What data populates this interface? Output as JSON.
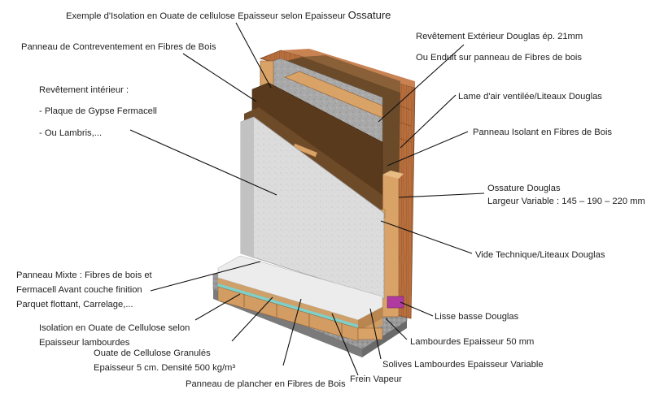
{
  "labels": {
    "exemple_isolation": "Exemple d'Isolation en Ouate de cellulose Epaisseur selon Epaisseur",
    "ossature_word": "Ossature",
    "panneau_contreventement": "Panneau de Contreventement  en Fibres de Bois",
    "revetement_interieur": "Revêtement intérieur :",
    "plaque_gypse": "- Plaque de Gypse Fermacell",
    "lambris": "- Ou Lambris,...",
    "revetement_exterieur": "Revêtement Extérieur Douglas ép. 21mm",
    "enduit": "Ou Enduit sur panneau de Fibres de bois",
    "lame_air": "Lame d'air ventilée/Liteaux Douglas",
    "panneau_isolant": "Panneau Isolant en Fibres de Bois",
    "ossature_douglas": "Ossature Douglas",
    "largeur_variable": "Largeur Variable : 145 – 190 – 220 mm",
    "vide_technique": "Vide Technique/Liteaux Douglas",
    "panneau_mixte_1": "Panneau Mixte : Fibres de bois  et",
    "panneau_mixte_2": "Fermacell Avant couche finition",
    "panneau_mixte_3": "Parquet flottant, Carrelage,...",
    "isolation_lambourdes_1": "Isolation en Ouate de Cellulose selon",
    "isolation_lambourdes_2": "Epaisseur lambourdes",
    "ouate_granules_1": "Ouate de Cellulose Granulés",
    "ouate_granules_2": "Epaisseur  5 cm. Densité 500 kg/m³",
    "lisse_basse": "Lisse basse Douglas",
    "lambourdes": "Lambourdes Epaisseur 50 mm",
    "solives": "Solives Lambourdes Epaisseur Variable",
    "frein_vapeur": "Frein Vapeur",
    "panneau_plancher": "Panneau de plancher en Fibres de Bois"
  },
  "colors": {
    "cladding": "#b9703e",
    "wood_light": "#d9a267",
    "wood_dark": "#5a3a1c",
    "cellulose": "#a8a8a8",
    "plaster": "#d8d8d8",
    "membrane": "#7fd0c8",
    "purple_sill": "#b03aa0",
    "leader": "#111111"
  }
}
